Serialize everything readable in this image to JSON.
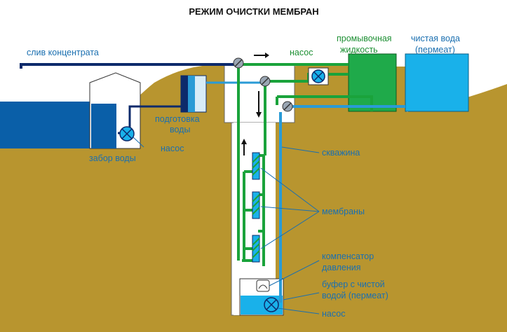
{
  "title": "РЕЖИМ ОЧИСТКИ МЕМБРАН",
  "labels": {
    "concentrate_drain": "слив концентрата",
    "pump_top": "насос",
    "flush_line1": "промывочная",
    "flush_line2": "жидкость",
    "clean_line1": "чистая вода",
    "clean_line2": "(пермеат)",
    "pretreat_line1": "подготовка",
    "pretreat_line2": "воды",
    "intake_pump": "насос",
    "water_intake": "забор воды",
    "well": "скважина",
    "membranes": "мембраны",
    "compensator_line1": "компенсатор",
    "compensator_line2": "давления",
    "buffer_line1": "буфер с чистой",
    "buffer_line2": "водой (пермеат)",
    "bottom_pump": "насос"
  },
  "colors": {
    "ground": "#b8952f",
    "ground_dark": "#9a7b22",
    "sea": "#0a5fa8",
    "flush_tank": "#1faa4a",
    "clean_tank": "#19b1ea",
    "pipe_green": "#1aa33b",
    "pipe_blue": "#2a9bd6",
    "pipe_navy": "#0d2a6b",
    "label_blue": "#1a6fb0",
    "label_green": "#1d8f33"
  },
  "icons": [
    "pump-icon",
    "valve-icon",
    "flow-arrow-icon",
    "membrane-icon",
    "pressure-compensator-icon"
  ]
}
